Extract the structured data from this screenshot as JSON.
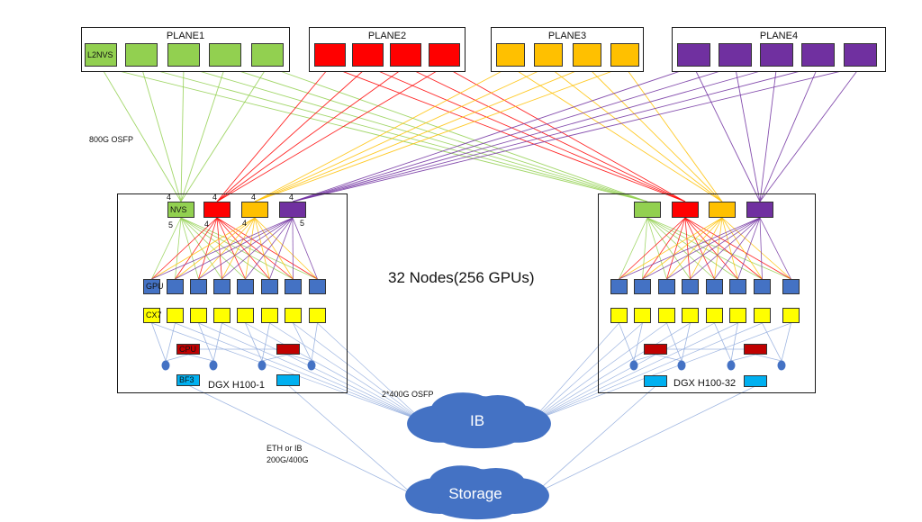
{
  "planes": [
    {
      "title": "PLANE1",
      "first_label": "L2NVS"
    },
    {
      "title": "PLANE2"
    },
    {
      "title": "PLANE3"
    },
    {
      "title": "PLANE4"
    }
  ],
  "colors": {
    "plane1": "#92d050",
    "plane2": "#ff0000",
    "plane3": "#ffc000",
    "plane4": "#7030a0",
    "gpu": "#4472c4",
    "cx7": "#ffff00",
    "cpu": "#c00000",
    "bf3": "#00b0f0",
    "cloud": "#4472c4",
    "link": "#8faadc"
  },
  "annotations": {
    "osfp_800": "800G OSFP",
    "center": "32 Nodes(256 GPUs)",
    "osfp_2x400": "2*400G OSFP",
    "eth_ib_line1": "ETH or IB",
    "eth_ib_line2": "200G/400G"
  },
  "node_left": {
    "name": "DGX H100-1",
    "nvs_label": "NVS",
    "gpu_label": "GPU",
    "cx7_label": "CX7",
    "cpu_label": "CPU",
    "bf3_label": "BF3",
    "port_top": [
      "4",
      "4",
      "4",
      "4"
    ],
    "port_bottom": [
      "5",
      "4",
      "4",
      "5"
    ]
  },
  "node_right": {
    "name": "DGX H100-32"
  },
  "clouds": {
    "ib": "IB",
    "storage": "Storage"
  }
}
